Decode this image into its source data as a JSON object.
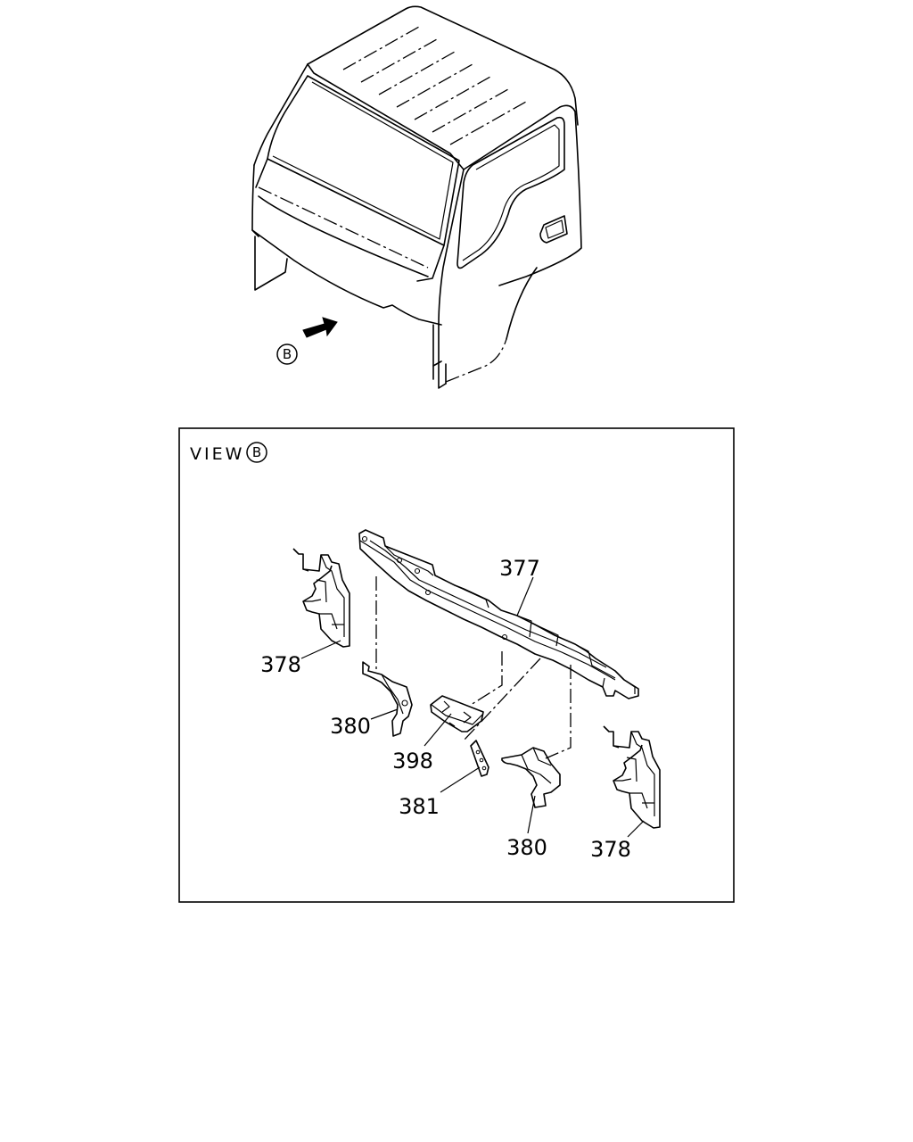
{
  "callouts": {
    "view_marker_top": "B",
    "view_title_text": "VIEW",
    "view_title_letter": "B"
  },
  "parts": [
    {
      "id": "377",
      "label": "377"
    },
    {
      "id": "378-left",
      "label": "378"
    },
    {
      "id": "380-left",
      "label": "380"
    },
    {
      "id": "398",
      "label": "398"
    },
    {
      "id": "381",
      "label": "381"
    },
    {
      "id": "380-right",
      "label": "380"
    },
    {
      "id": "378-right",
      "label": "378"
    }
  ]
}
